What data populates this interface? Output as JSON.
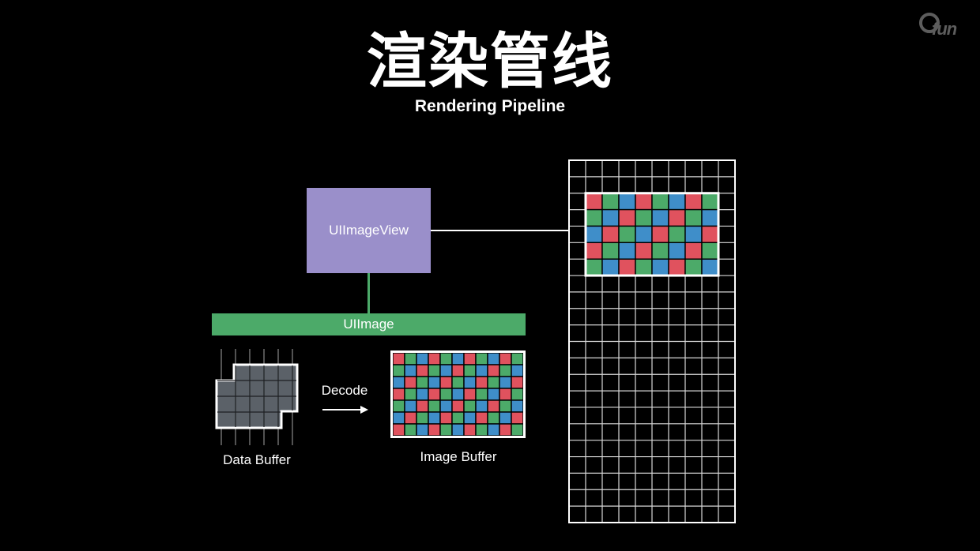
{
  "title": {
    "main": "渲染管线",
    "sub": "Rendering Pipeline"
  },
  "logo": {
    "text": "fun",
    "icon": "efun-logo"
  },
  "diagram": {
    "view_label": "UIImageView",
    "image_label": "UIImage",
    "decode_label": "Decode",
    "data_buffer_label": "Data Buffer",
    "image_buffer_label": "Image Buffer"
  },
  "colors": {
    "background": "#000000",
    "view_box": "#9a8fca",
    "uiimage_bar": "#4caa69",
    "pixel_red": "#e0525e",
    "pixel_green": "#4caa69",
    "pixel_blue": "#3f8ec9",
    "data_buffer_fill": "#5b6168"
  }
}
